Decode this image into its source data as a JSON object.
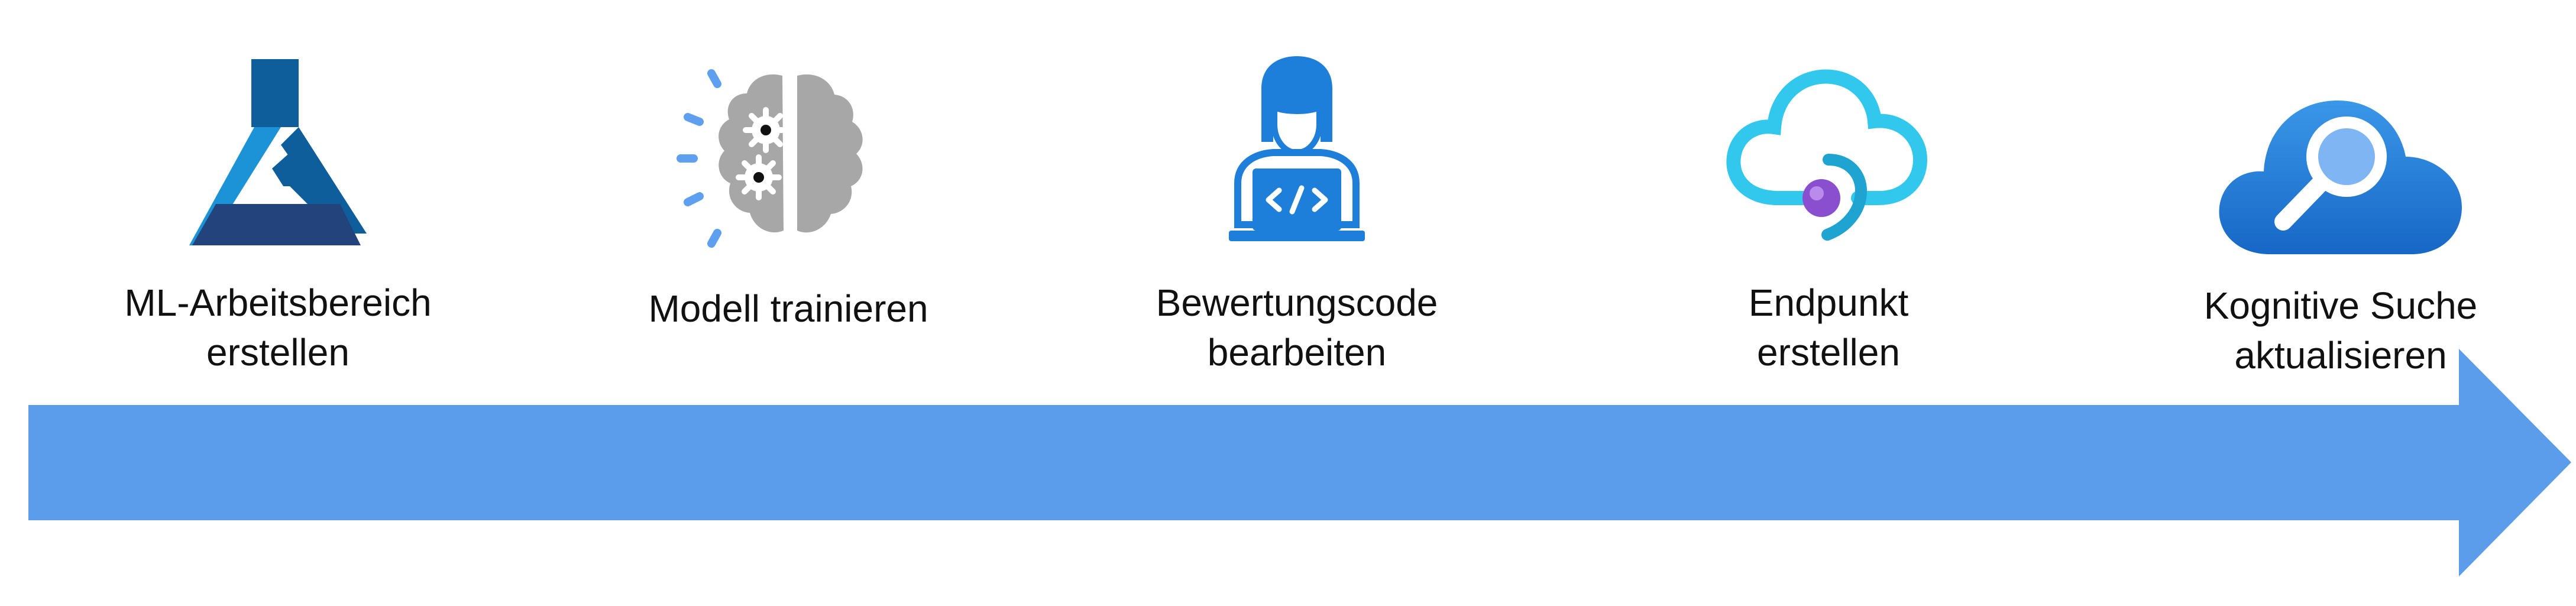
{
  "steps": [
    {
      "id": "workspace",
      "line1": "ML-Arbeitsbereich",
      "line2": "erstellen",
      "icon": "flask-icon"
    },
    {
      "id": "train",
      "line1": "Modell trainieren",
      "line2": "",
      "icon": "brain-gears-icon"
    },
    {
      "id": "scoring",
      "line1": "Bewertungscode",
      "line2": "bearbeiten",
      "icon": "developer-laptop-icon"
    },
    {
      "id": "endpoint",
      "line1": "Endpunkt",
      "line2": "erstellen",
      "icon": "cloud-endpoint-icon"
    },
    {
      "id": "search",
      "line1": "Kognitive Suche",
      "line2": "aktualisieren",
      "icon": "cloud-search-icon"
    }
  ],
  "colors": {
    "arrow": "#5C9DEB",
    "flask_dark": "#0F5E9C",
    "flask_light": "#1B93D6",
    "flask_navy": "#22437B",
    "brain_gray": "#A7A7A7",
    "spark_blue": "#5EA0EF",
    "dev_blue": "#1E7FDB",
    "cloud_cyan": "#32C7EC",
    "endpoint_purple": "#8A4FCF",
    "search_blue": "#1F7CD6"
  }
}
